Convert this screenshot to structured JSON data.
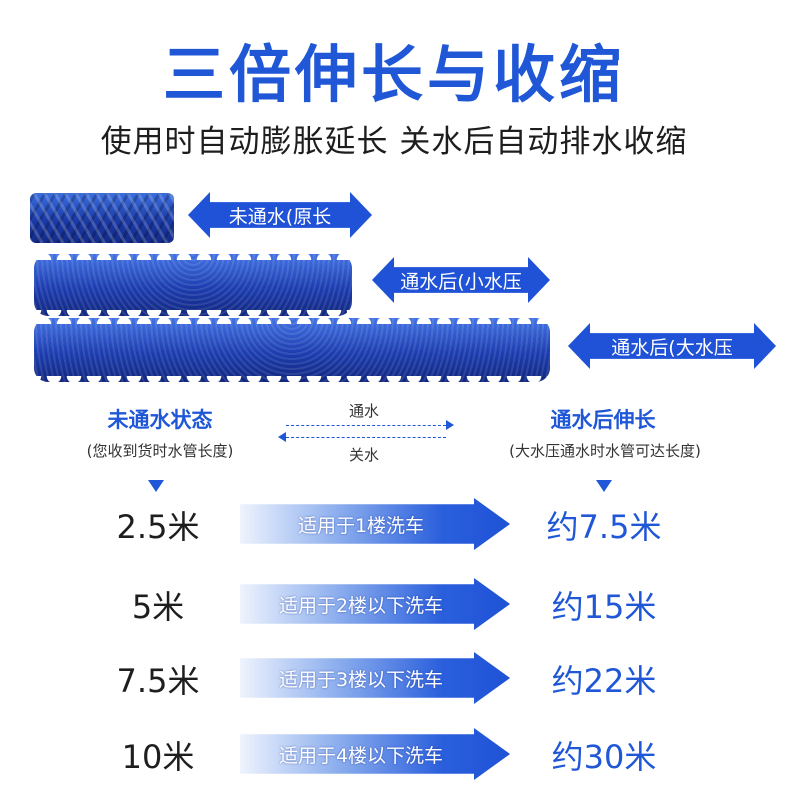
{
  "title": "三倍伸长与收缩",
  "subtitle": "使用时自动膨胀延长 关水后自动排水收缩",
  "states": [
    {
      "label": "未通水(原长"
    },
    {
      "label": "通水后(小水压"
    },
    {
      "label": "通水后(大水压"
    }
  ],
  "left_header": {
    "title": "未通水状态",
    "sub": "(您收到货时水管长度)"
  },
  "right_header": {
    "title": "通水后伸长",
    "sub": "(大水压通水时水管可达长度)"
  },
  "middle": {
    "top": "通水",
    "bottom": "关水"
  },
  "rows": [
    {
      "length": "2.5米",
      "usage": "适用于1楼洗车",
      "result": "约7.5米"
    },
    {
      "length": "5米",
      "usage": "适用于2楼以下洗车",
      "result": "约15米"
    },
    {
      "length": "7.5米",
      "usage": "适用于3楼以下洗车",
      "result": "约22米"
    },
    {
      "length": "10米",
      "usage": "适用于4楼以下洗车",
      "result": "约30米"
    }
  ],
  "colors": {
    "accent": "#1f57d6",
    "text": "#1e1e1e",
    "hose": "#1d3db0"
  }
}
